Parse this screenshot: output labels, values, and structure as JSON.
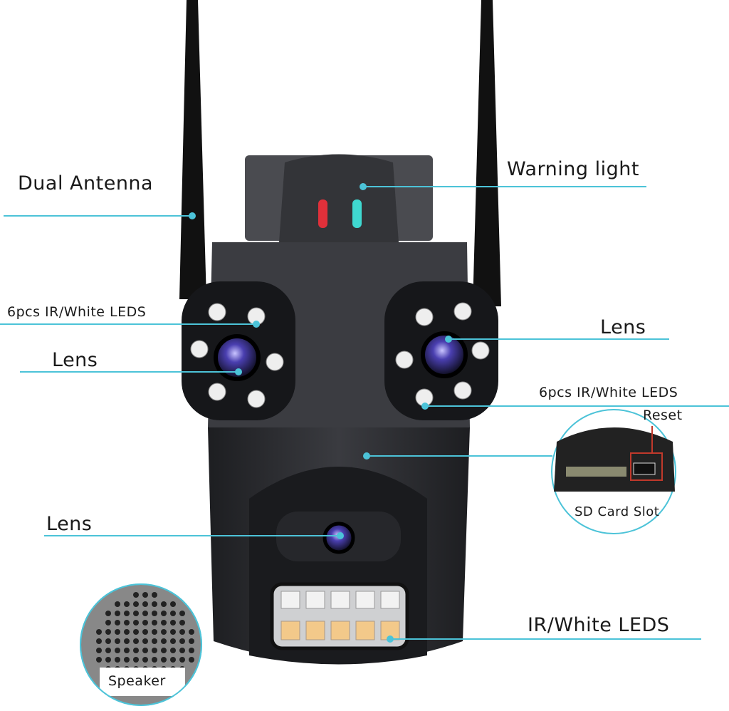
{
  "labels": {
    "dual_antenna": "Dual Antenna",
    "warning_light": "Warning light",
    "leds_left": "6pcs  IR/White LEDS",
    "lens_left": "Lens",
    "lens_right": "Lens",
    "leds_right": "6pcs  IR/White LEDS",
    "reset": "Reset",
    "sd_card_slot": "SD Card Slot",
    "lens_bottom": "Lens",
    "speaker": "Speaker",
    "ir_white_leds": "IR/White LEDS"
  },
  "colors": {
    "callout_line": "#4cc3d8",
    "body": "#2e2f33",
    "reset_box": "#c0392b"
  }
}
